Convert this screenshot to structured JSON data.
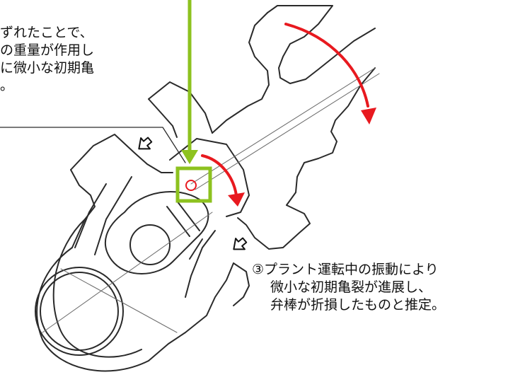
{
  "notes": {
    "top": {
      "lines": [
        "ずれたことで、",
        "の重量が作用し",
        "に微小な初期亀",
        "。"
      ]
    },
    "bottom": {
      "lines": [
        "③プラント運転中の振動により",
        "微小な初期亀裂が進展し、",
        "弁棒が折損したものと推定。"
      ]
    }
  },
  "colors": {
    "line": "#2a2a2a",
    "accent_green": "#8dc21f",
    "accent_red": "#e8191f",
    "background": "#ffffff"
  },
  "icons": [
    "curved-arrow-icon",
    "hollow-arrow-icon",
    "highlight-box-icon"
  ]
}
